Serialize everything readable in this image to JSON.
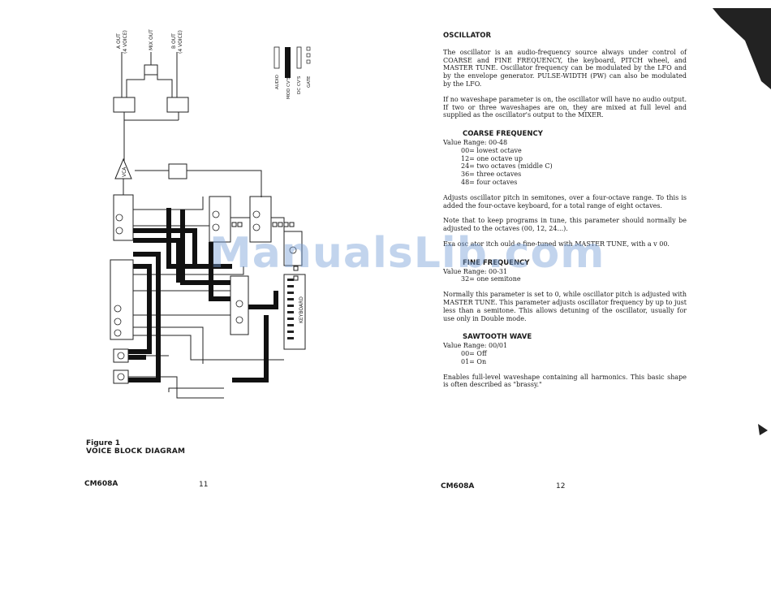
{
  "left_page": {
    "figure_number": "Figure 1",
    "figure_title": "VOICE BLOCK DIAGRAM",
    "footer_model": "CM608A",
    "page_number": "11"
  },
  "diagram": {
    "labels": {
      "a_out": "A OUT",
      "a_out_sub": "(4 VOICE)",
      "mix_out": "MIX OUT",
      "b_out": "B OUT",
      "b_out_sub": "(4 VOICE)",
      "vca": "VCA",
      "keyboard": "KEYBOARD"
    },
    "legend": [
      "AUDIO",
      "MOD CV'S",
      "DC CV'S",
      "GATE"
    ]
  },
  "right_page": {
    "title": "OSCILLATOR",
    "intro_1": "The oscillator is an audio-frequency source always under control of COARSE and FINE FREQUENCY, the keyboard, PITCH wheel, and MASTER TUNE. Oscillator frequency can be modulated by the LFO and by the envelope generator. PULSE-WIDTH (PW) can also be modulated by the LFO.",
    "intro_2": "If no waveshape parameter is on, the oscillator will have no audio output. If two or three waveshapes are on, they are mixed at full level and supplied as the oscillator's output to the MIXER.",
    "coarse": {
      "heading": "COARSE FREQUENCY",
      "range": "Value Range: 00-48",
      "values": [
        "00= lowest octave",
        "12= one octave up",
        "24= two octaves (middle C)",
        "36= three octaves",
        "48= four octaves"
      ],
      "desc": "Adjusts oscillator pitch in semitones, over a four-octave range. To this is added the four-octave keyboard, for a total range of eight octaves.",
      "note": "Note that to keep programs in tune, this parameter should normally be adjusted to the octaves (00, 12, 24...).",
      "partial": "Exa osc ator itch ould e fine-tuned with MASTER TUNE, with a v 00."
    },
    "fine": {
      "heading": "FINE FREQUENCY",
      "range": "Value Range: 00-31",
      "values": [
        "32= one semitone"
      ],
      "desc": "Normally this parameter is set to 0, while oscillator pitch is adjusted with MASTER TUNE. This parameter adjusts oscillator frequency by up to just less than a semitone. This allows detuning of the oscillator, usually for use only in Double mode."
    },
    "saw": {
      "heading": "SAWTOOTH WAVE",
      "range": "Value Range: 00/01",
      "values": [
        "00= Off",
        "01= On"
      ],
      "desc": "Enables full-level waveshape containing all harmonics. This basic shape is often described as \"brassy.\""
    },
    "footer_model": "CM608A",
    "page_number": "12"
  },
  "watermark": "ManualsLib.com"
}
